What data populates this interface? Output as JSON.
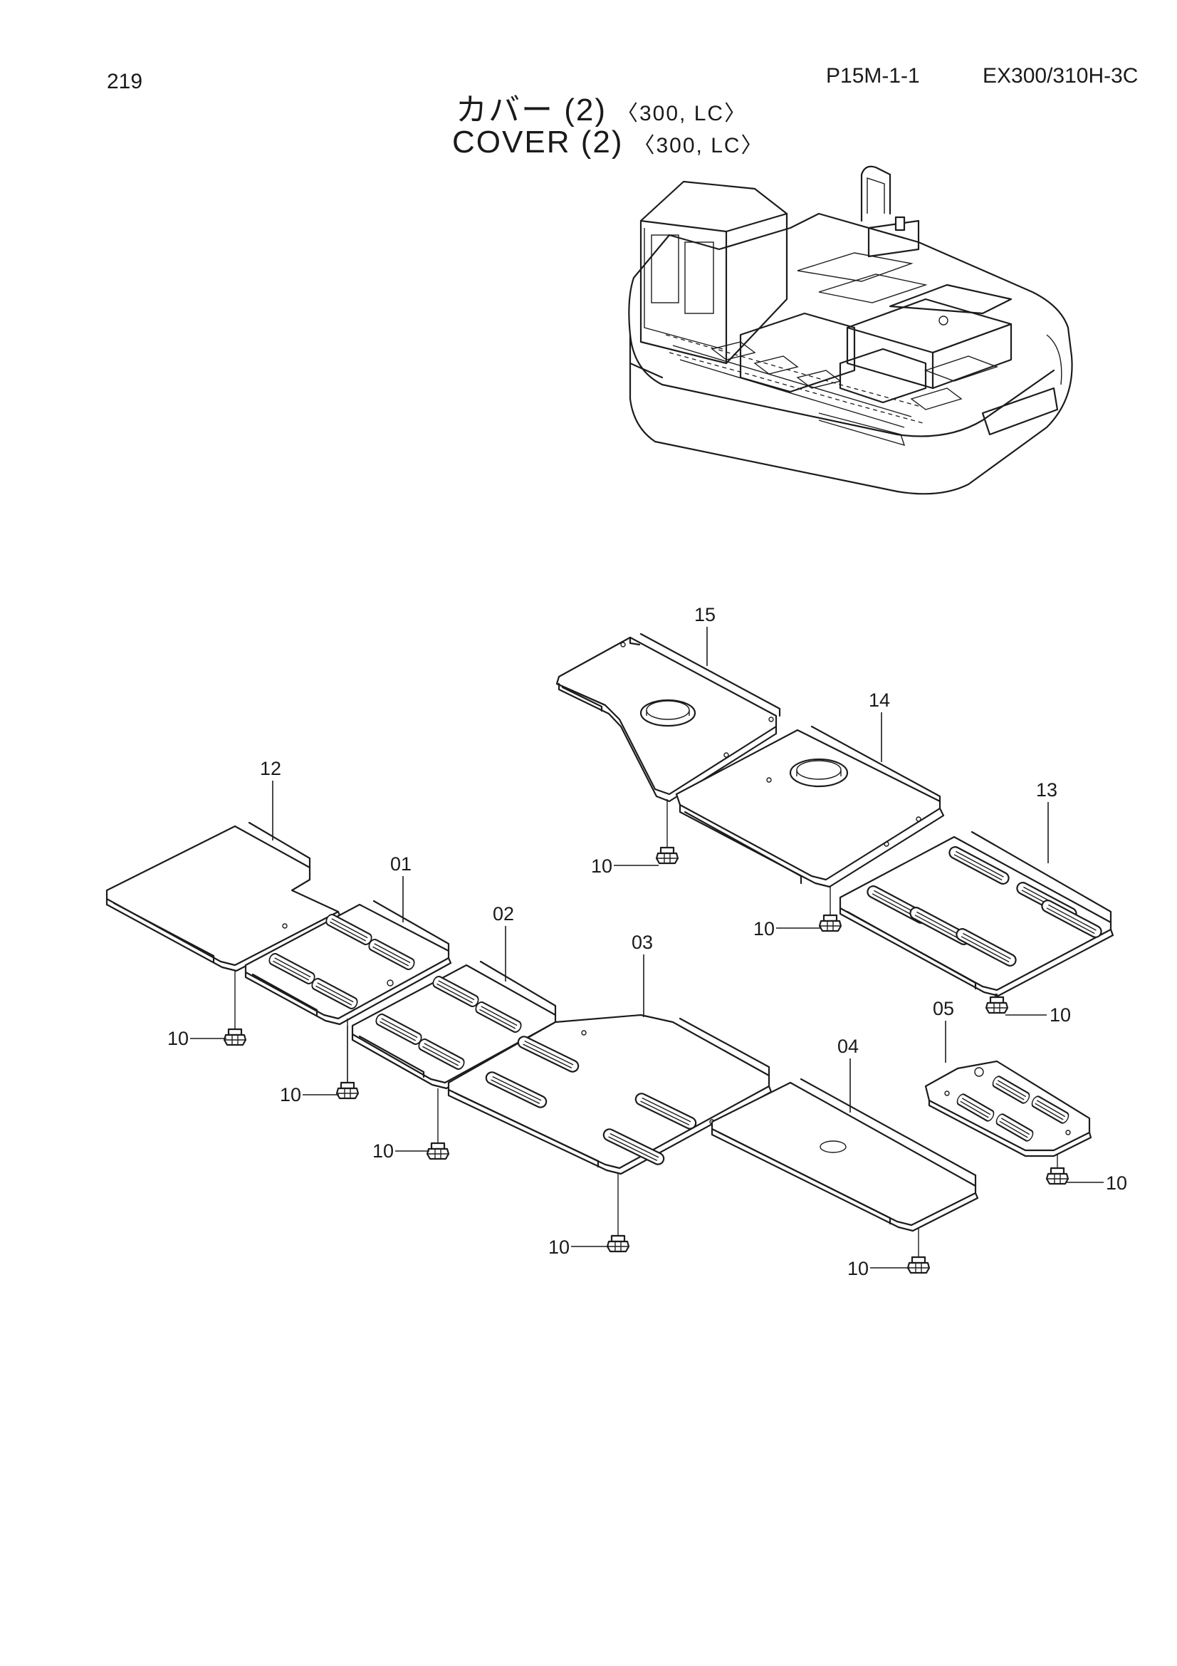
{
  "header": {
    "page_number": "219",
    "plate_code": "P15M-1-1",
    "model": "EX300/310H-3C",
    "title_jp": "カバー (2)",
    "title_en": "COVER (2)",
    "variant": "〈300, LC〉"
  },
  "callouts": {
    "p01": "01",
    "p02": "02",
    "p03": "03",
    "p04": "04",
    "p05": "05",
    "p10": "10",
    "p12": "12",
    "p13": "13",
    "p14": "14",
    "p15": "15"
  }
}
